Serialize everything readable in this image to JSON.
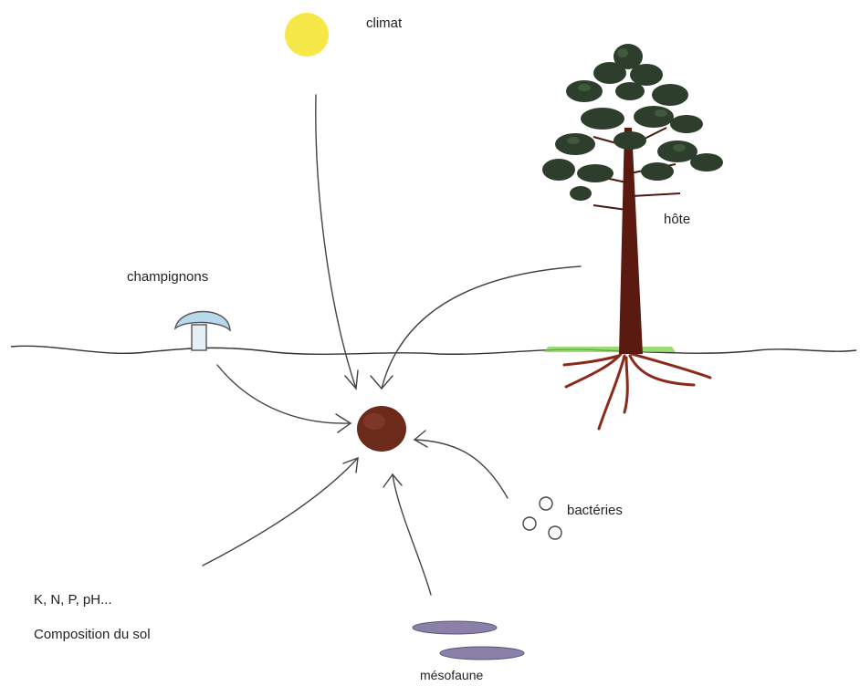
{
  "labels": {
    "climate": "climat",
    "host": "hôte",
    "fungi": "champignons",
    "bacteria": "bactéries",
    "mesofauna": "mésofaune",
    "soil_elements": "K, N, P, pH...",
    "soil_composition": "Composition du sol"
  },
  "colors": {
    "sun": "#f7e84a",
    "truffle": "#6b2a1a",
    "trunk": "#5a1a10",
    "foliage": "#2a3a2a",
    "mushroom_cap": "#b8d8ec",
    "mesofauna": "#8a80a8",
    "grass": "#7ad04a",
    "roots": "#8a2a1a"
  },
  "icons": [
    "sun-icon",
    "tree-icon",
    "mushroom-icon",
    "truffle-icon",
    "bacteria-icon",
    "mesofauna-icon"
  ]
}
